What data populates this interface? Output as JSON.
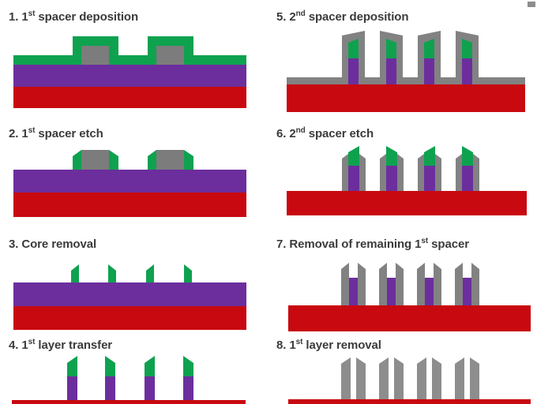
{
  "colors": {
    "background": "#FFFFFF",
    "substrate_red": "#C8090F",
    "underlayer_purple": "#6C2E9D",
    "spacer1_green": "#0EA24F",
    "core_gray": "#7C7C7C",
    "spacer2_gray": "#828282",
    "final_pillar_gray": "#8D8D8D",
    "title_text": "#3B3B3B"
  },
  "panels": [
    {
      "step": "1",
      "title_pre": "1. 1",
      "title_sup": "st",
      "title_post": " spacer deposition"
    },
    {
      "step": "2",
      "title_pre": "2. 1",
      "title_sup": "st",
      "title_post": " spacer etch"
    },
    {
      "step": "3",
      "title_pre": "3. Core removal",
      "title_sup": "",
      "title_post": ""
    },
    {
      "step": "4",
      "title_pre": "4. 1",
      "title_sup": "st",
      "title_post": " layer transfer"
    },
    {
      "step": "5",
      "title_pre": "5. 2",
      "title_sup": "nd",
      "title_post": " spacer deposition"
    },
    {
      "step": "6",
      "title_pre": "6. 2",
      "title_sup": "nd",
      "title_post": " spacer etch"
    },
    {
      "step": "7",
      "title_pre": "7. Removal of remaining 1",
      "title_sup": "st",
      "title_post": " spacer"
    },
    {
      "step": "8",
      "title_pre": "8. 1",
      "title_sup": "st",
      "title_post": " layer removal"
    }
  ]
}
